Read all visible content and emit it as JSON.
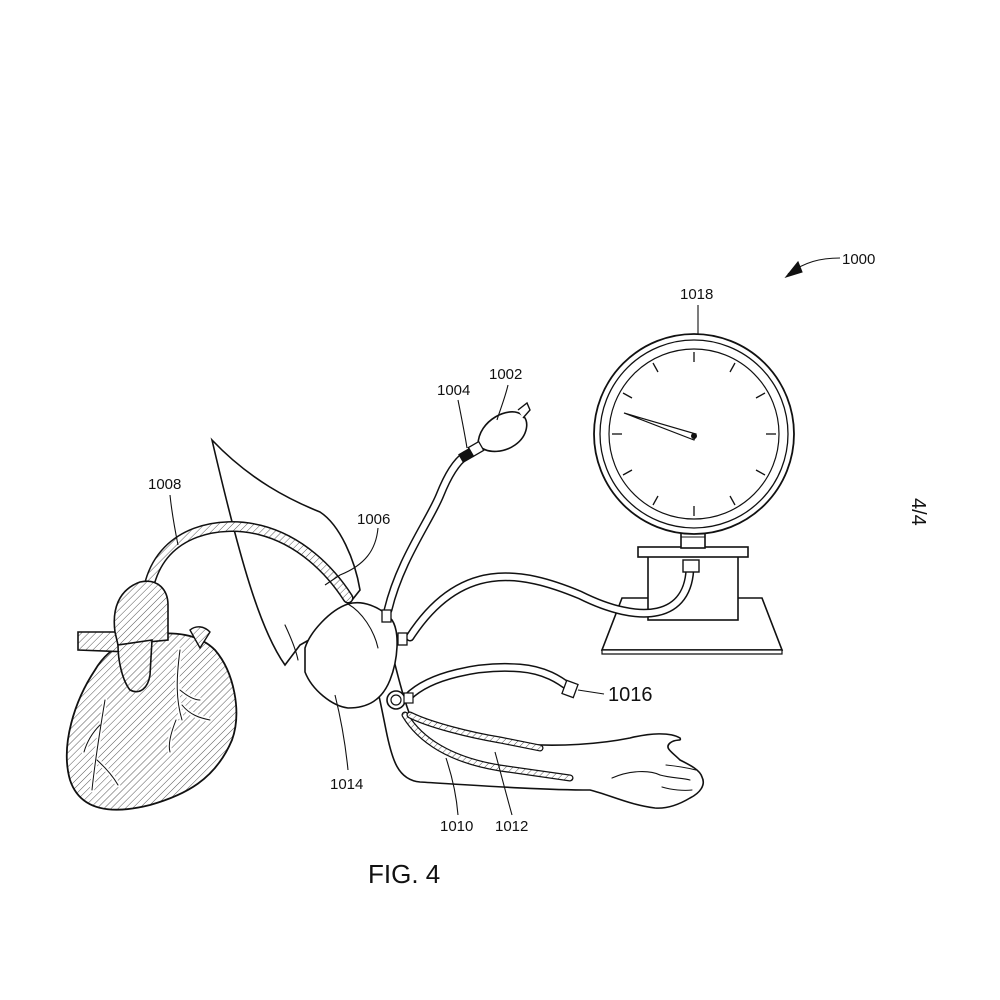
{
  "figure": {
    "caption": "FIG. 4",
    "sheet": "4/4"
  },
  "labels": {
    "system": "1000",
    "bulb": "1002",
    "valve": "1004",
    "cuff_tube": "1006",
    "heart_tube": "1008",
    "vessel_a": "1010",
    "vessel_b": "1012",
    "cuff": "1014",
    "sensor_line": "1016",
    "gauge": "1018"
  }
}
